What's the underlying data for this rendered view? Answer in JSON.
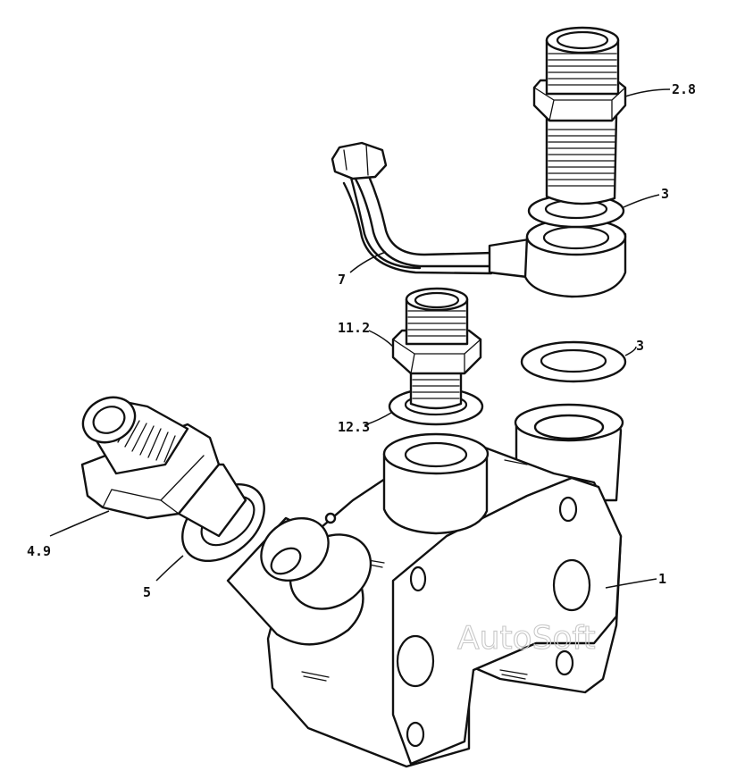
{
  "callouts": {
    "c_2_8": "2.8",
    "c_3_top": "3",
    "c_7": "7",
    "c_11_2": "11.2",
    "c_3_mid": "3",
    "c_12_3": "12.3",
    "c_4_9": "4.9",
    "c_5": "5",
    "c_1": "1"
  },
  "watermark": "AutoSoft"
}
